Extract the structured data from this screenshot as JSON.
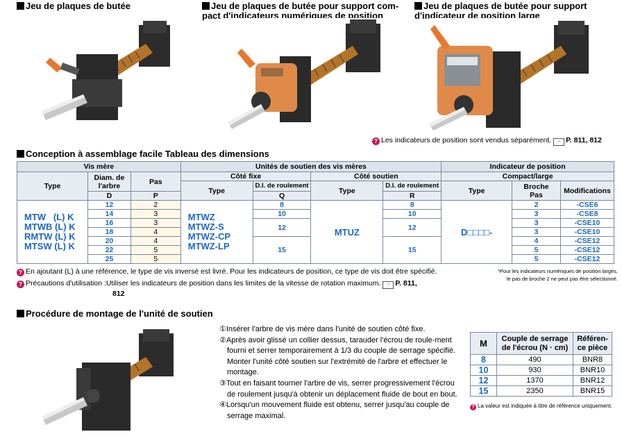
{
  "section1": {
    "titles": [
      "Jeu de plaques de butée",
      "Jeu de plaques de butée pour support com-",
      "pact d'indicateurs numériques de position",
      "Jeu de plaques de butée pour support",
      "d'indicateur de position large"
    ],
    "note": "Les indicateurs de position sont vendus séparément.",
    "note_ref": "P. 811, 812"
  },
  "section2": {
    "title": "Conception à assemblage facile  Tableau des dimensions",
    "table": {
      "group_headers": [
        "Vis mère",
        "Unités de soutien des vis mères",
        "Indicateur de position"
      ],
      "sub_headers": [
        "Côté fixe",
        "Côté soutien",
        "Compact/large"
      ],
      "col_headers": {
        "type": "Type",
        "diam_line1": "Diam. de",
        "diam_line2": "l'arbre",
        "pas": "Pas",
        "di": "D.I. de roulement",
        "broche_line1": "Broche",
        "broche_line2": "Pas",
        "modifications": "Modifications"
      },
      "col_codes": [
        "D",
        "P",
        "Q",
        "R"
      ],
      "vis_types": [
        "MTW   (L) K",
        "MTWB (L) K",
        "RMTW (L) K",
        "MTSW (L) K"
      ],
      "fixe_types": [
        "MTWZ",
        "MTWZ-S",
        "MTWZ-CP",
        "MTWZ-LP"
      ],
      "soutien_type": "MTUZ",
      "indicator_type": "D□□□□-",
      "rows": [
        {
          "d": "12",
          "p": "2",
          "q": "8",
          "r": "8",
          "broche": "2",
          "mod": "-CSE6"
        },
        {
          "d": "14",
          "p": "3",
          "q": "10",
          "r": "10",
          "broche": "3",
          "mod": "-CSE8"
        },
        {
          "d": "16",
          "p": "3",
          "q": "12",
          "r": "12",
          "broche": "3",
          "mod": "-CSE10"
        },
        {
          "d": "18",
          "p": "4",
          "q": "12",
          "r": "12",
          "broche": "3",
          "mod": "-CSE10"
        },
        {
          "d": "20",
          "p": "4",
          "q": "15",
          "r": "15",
          "broche": "4",
          "mod": "-CSE12"
        },
        {
          "d": "22",
          "p": "5",
          "q": "15",
          "r": "15",
          "broche": "5",
          "mod": "-CSE12"
        },
        {
          "d": "25",
          "p": "5",
          "q": "15",
          "r": "15",
          "broche": "5",
          "mod": "-CSE12"
        }
      ]
    },
    "note1": "En ajoutant (L) à une référence, le type de vis inversé est livré. Pour les indicateurs de position, ce type de vis doit être spécifié.",
    "note2": "Précautions d'utilisation :Utiliser les indicateurs de position dans les limites de la vitesse de rotation maximum.",
    "note2_ref1": "P. 811,",
    "note2_ref2": "812",
    "side_note_line1": "*Pour les indicateurs numériques de position larges,",
    "side_note_line2": "le pas de broche 2 ne peut pas être sélectionné."
  },
  "section3": {
    "title": "Procédure de montage de l'unité de soutien",
    "steps": [
      "①Insérer l'arbre de vis mère dans l'unité de soutien côté fixe.",
      "②Après avoir glissé un collier dessus, tarauder l'écrou de roule-ment fourni et serrer temporairement à 1/3 du couple de serrage spécifié. Monter l'unité côté soutien sur l'extrémité de l'arbre et effectuer le montage.",
      "③Tout en faisant tourner l'arbre de vis, serrer progressivement l'écrou de roulement jusqu'à obtenir un déplacement fluide de bout en bout.",
      "④Lorsqu'un mouvement fluide est obtenu, serrer jusqu'au couple de serrage maximal."
    ],
    "torque_table": {
      "h_m": "M",
      "h_couple_1": "Couple de serrage",
      "h_couple_2": "de l'écrou (N · cm)",
      "h_ref_1": "Référen-",
      "h_ref_2": "ce pièce",
      "rows": [
        {
          "m": "8",
          "couple": "490",
          "ref": "BNR8"
        },
        {
          "m": "10",
          "couple": "930",
          "ref": "BNR10"
        },
        {
          "m": "12",
          "couple": "1370",
          "ref": "BNR12"
        },
        {
          "m": "15",
          "couple": "2350",
          "ref": "BNR15"
        }
      ]
    },
    "torque_note": "La valeur est indiquée à titre de référence uniquement."
  },
  "colors": {
    "accent_blue": "#1a66c9",
    "header_fill": "#e7ecf2",
    "note_pin": "#c2185b",
    "handle_orange": "#e8772e"
  }
}
